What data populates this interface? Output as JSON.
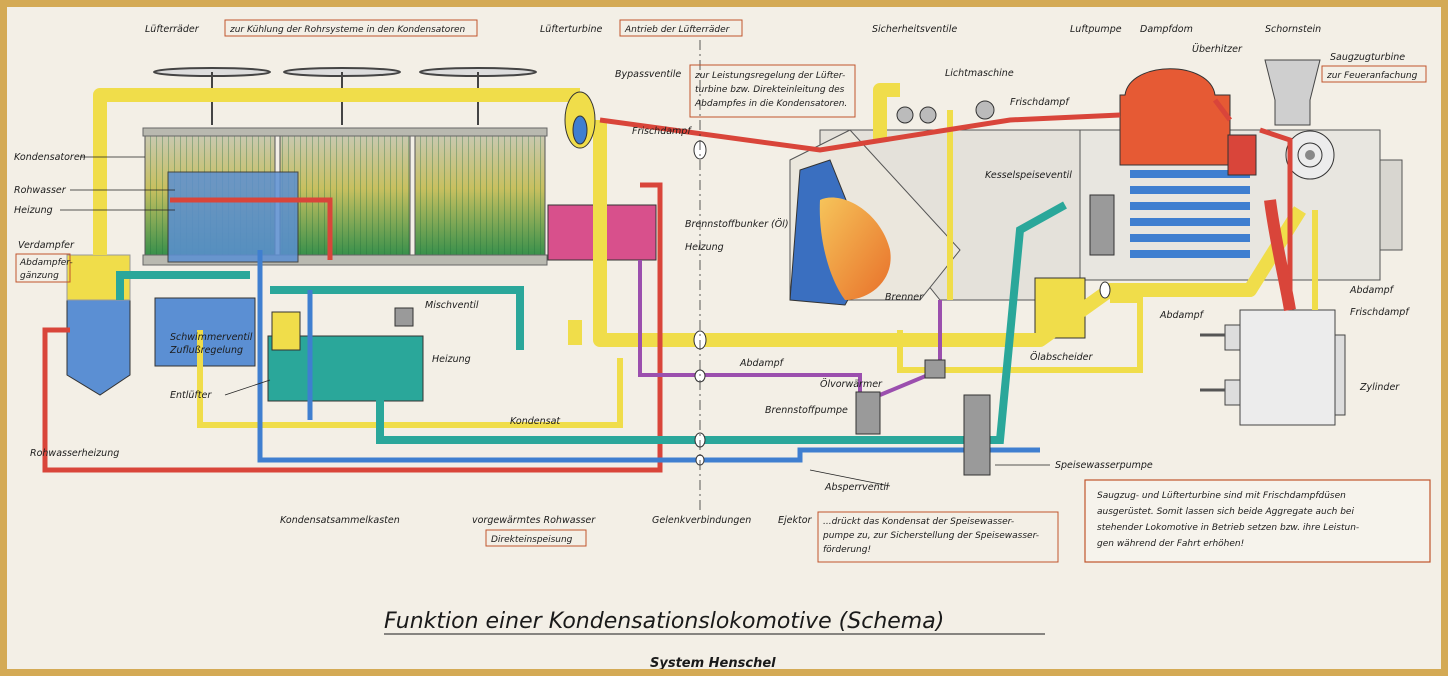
{
  "title": "Funktion einer Kondensationslokomotive (Schema)",
  "subtitle": "System Henschel",
  "colors": {
    "steam": "#d9453a",
    "exhaust": "#f0dd4a",
    "condensate": "#2aa79a",
    "raw_water": "#3f7fd0",
    "fuel_oil": "#9b4fae",
    "fuel_bunker": "#d8508c",
    "cooling_green": "#2e8d4a",
    "frame": "#d4aa55",
    "paper": "#f3efe6"
  },
  "labels": {
    "luefterraeder": "Lüfterräder",
    "luefterraeder_note": "zur Kühlung der Rohrsysteme in den Kondensatoren",
    "luefterturbine": "Lüfterturbine",
    "luefterturbine_note": "Antrieb der Lüfterräder",
    "bypassventile": "Bypassventile",
    "bypass_note_1": "zur Leistungsregelung der Lüfter-",
    "bypass_note_2": "turbine bzw. Direkteinleitung des",
    "bypass_note_3": "Abdampfes in die Kondensatoren.",
    "frischdampf_top": "Frischdampf",
    "sicherheitsventile": "Sicherheitsventile",
    "lichtmaschine": "Lichtmaschine",
    "luftpumpe": "Luftpumpe",
    "dampfdom": "Dampfdom",
    "ueberhitzer": "Überhitzer",
    "schornstein": "Schornstein",
    "saugzugturbine": "Saugzugturbine",
    "saugzug_note": "zur Feueranfachung",
    "frischdampf_right": "Frischdampf",
    "kondensatoren": "Kondensatoren",
    "rohwasser": "Rohwasser",
    "heizung_left": "Heizung",
    "verdampfer": "Verdampfer",
    "abdampfergaenzung_1": "Abdampfer-",
    "abdampfergaenzung_2": "gänzung",
    "kesselspeiseventil": "Kesselspeiseventil",
    "brennstoffbunker": "Brennstoffbunker (Öl)",
    "heizung_mid": "Heizung",
    "mischventil": "Mischventil",
    "schwimmerventil": "Schwimmerventil",
    "zuflussregelung": "Zuflußregelung",
    "entluefter": "Entlüfter",
    "heizung_lower": "Heizung",
    "brenner": "Brenner",
    "abdampf_center": "Abdampf",
    "abdampf_right": "Abdampf",
    "abdampf_far": "Abdampf",
    "frischdampf_far": "Frischdampf",
    "oelabscheider": "Ölabscheider",
    "oelvorwaermer": "Ölvorwärmer",
    "brennstoffpumpe": "Brennstoffpumpe",
    "zylinder": "Zylinder",
    "rohwasserheizung": "Rohwasserheizung",
    "kondensat": "Kondensat",
    "speisewasserpumpe": "Speisewasserpumpe",
    "absperrventil": "Absperrventil",
    "kondensatsammelkasten": "Kondensatsammelkasten",
    "vorgewaermtes_rohwasser": "vorgewärmtes Rohwasser",
    "direkteinspeisung": "Direkteinspeisung",
    "gelenkverbindungen": "Gelenkverbindungen",
    "ejektor": "Ejektor",
    "ejektor_note_1": "...drückt das Kondensat der Speisewasser-",
    "ejektor_note_2": "pumpe zu, zur Sicherstellung der Speisewasser-",
    "ejektor_note_3": "förderung!",
    "info_1": "Saugzug- und Lüfterturbine sind mit Frischdampfdüsen",
    "info_2": "ausgerüstet. Somit lassen sich beide Aggregate auch bei",
    "info_3": "stehender Lokomotive in Betrieb setzen bzw. ihre Leistun-",
    "info_4": "gen während der Fahrt erhöhen!"
  }
}
